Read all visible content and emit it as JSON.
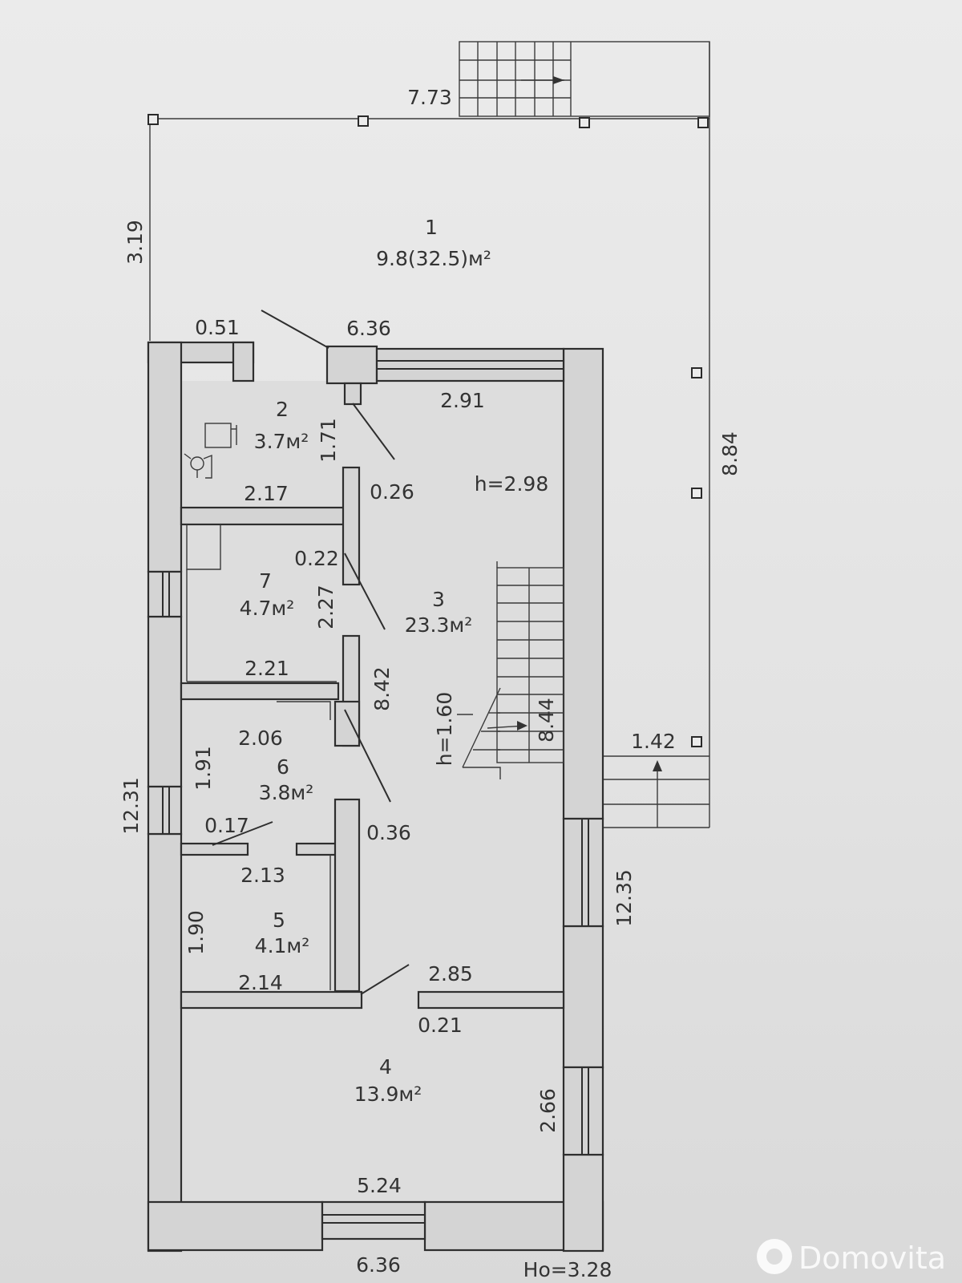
{
  "rooms": [
    {
      "id": "1",
      "number": "1",
      "area": "9.8(32.5)м²"
    },
    {
      "id": "2",
      "number": "2",
      "area": "3.7м²"
    },
    {
      "id": "3",
      "number": "3",
      "area": "23.3м²"
    },
    {
      "id": "4",
      "number": "4",
      "area": "13.9м²"
    },
    {
      "id": "5",
      "number": "5",
      "area": "4.1м²"
    },
    {
      "id": "6",
      "number": "6",
      "area": "3.8м²"
    },
    {
      "id": "7",
      "number": "7",
      "area": "4.7м²"
    }
  ],
  "dimensions": {
    "terrace_width": "7.73",
    "terrace_depth": "3.19",
    "terrace_side": "8.84",
    "top_wall": "6.36",
    "corner_stub": "0.51",
    "opening_top": "2.91",
    "room2_depth": "1.71",
    "door_026": "0.26",
    "room2_width": "2.17",
    "door_022": "0.22",
    "room7_depth": "2.27",
    "room7_width": "2.21",
    "corridor_length": "8.42",
    "stair_length": "8.44",
    "room6_width": "2.06",
    "room6_depth": "1.91",
    "left_total": "12.31",
    "door_017": "0.17",
    "door_036": "0.36",
    "room5_width_top": "2.13",
    "room5_depth": "1.90",
    "room5_width_bottom": "2.14",
    "opening_285": "2.85",
    "wall_021": "0.21",
    "right_total": "12.35",
    "step_width": "1.42",
    "window_266": "2.66",
    "room4_width": "5.24",
    "bottom_wall": "6.36"
  },
  "heights": {
    "ceiling": "h=2.98",
    "stair": "h=1.60",
    "base": "Ho=3.28"
  },
  "watermark": "Domovita"
}
